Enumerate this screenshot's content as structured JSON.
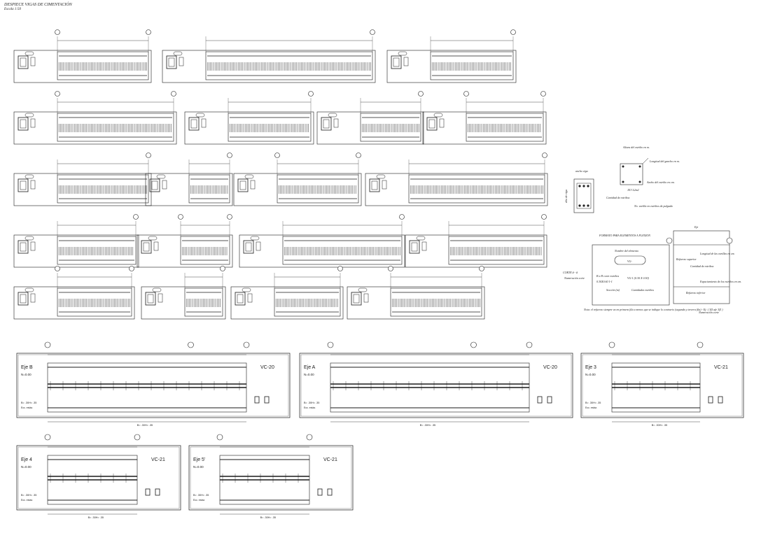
{
  "sheet": {
    "title": "DESPIECE VIGAS DE CIMENTACIÓN",
    "scale": "Escala 1:50"
  },
  "legend": {
    "section_top": "ancho viga",
    "section_side": "alto de viga",
    "stirrup_top": "Altura del estribo en m.",
    "hook_length": "Longitud del gancho en m.",
    "stirrup_width": "Ancho del estribo en cm.",
    "bar_qty": "Cantidad de estribos",
    "bar_no": "No. varilla en estribos de pulgada",
    "stirrup_code": "1E3 L2m2",
    "format_title": "FORMATO PARA ELEMENTOS A FLEXION",
    "elem_name": "Nombre del elemento",
    "vg_label": "VG-",
    "corte": "CORTE # - #",
    "num_corte": "Numeración corte",
    "bxh": "B x H  corte  estribos",
    "secc_example": "0.30X0.60  1-1",
    "vg_example": "VG-1 (0.30 X 0.50)",
    "section_m": "Sección (m)",
    "qty_stirrups": "Cantidades estribos",
    "ref_sup": "Refuerzo superior",
    "bar_len": "Longitud de las varillas en cm.",
    "stirrup_qty2": "Cantidad de estribos",
    "stirrup_spacing": "Espaciamiento de los estribos en cm.",
    "ref_inf": "Refuerzo inferior",
    "eje": "Eje",
    "note": "Nota: el refuerzo siempre va en primera fila a menos que se indique lo contrario (segunda y tercera fila) - Ej: ( 3f5 afe 3f5 )",
    "num_corte2": "Numeración corte"
  },
  "beams": [
    {
      "axis": "Eje B",
      "level": "N=0.00",
      "code": "VC-20",
      "b": "B= .30H= .35",
      "cover": "Ecc. estáz.",
      "dim_bottom": "B= .30H= .35"
    },
    {
      "axis": "Eje A",
      "level": "N=0.00",
      "code": "VC-20",
      "b": "B= .30H= .35",
      "cover": "Ecc. estáz.",
      "dim_bottom": "B= .30H= .35"
    },
    {
      "axis": "Eje 3",
      "level": "N=0.00",
      "code": "VC-21",
      "b": "B= .30H= .35",
      "cover": "Ecc. estáz.",
      "dim_bottom": "B= .30H= .35"
    },
    {
      "axis": "Eje 4",
      "level": "N=0.00",
      "code": "VC-21",
      "b": "B= .30H= .35",
      "cover": "Ecc. estáz.",
      "dim_bottom": "B= .30H= .35"
    },
    {
      "axis": "Eje 5'",
      "level": "N=0.00",
      "code": "VC-21",
      "b": "B= .30H= .35",
      "cover": "Ecc. estáz.",
      "dim_bottom": "B= .30H= .35"
    }
  ],
  "colors": {
    "ink": "#1a1a1a",
    "grid": "#444444"
  }
}
